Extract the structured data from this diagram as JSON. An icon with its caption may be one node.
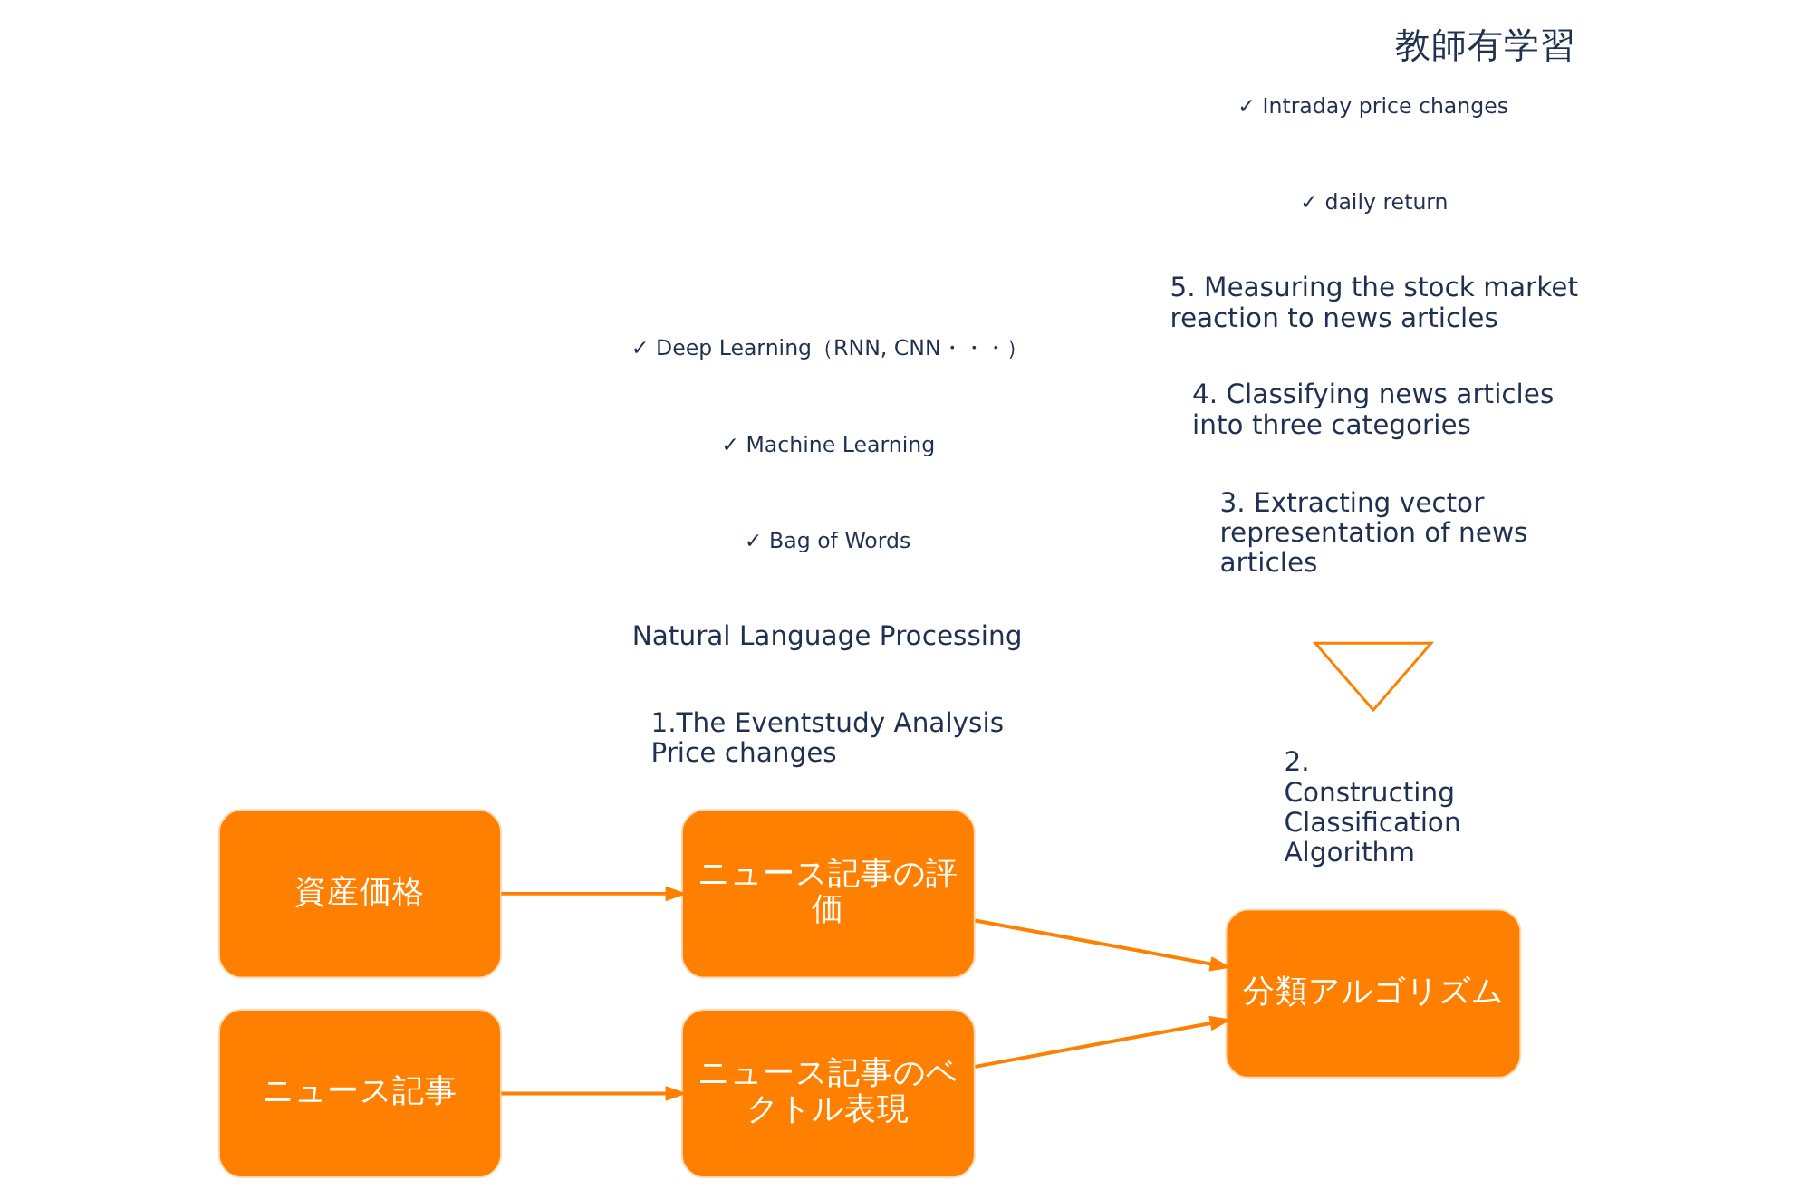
{
  "diagram": {
    "title": "教師有学習",
    "nodes": [
      {
        "text": [
          "資産価格"
        ]
      },
      {
        "text": [
          "ニュース記事の評価"
        ]
      },
      {
        "text": [
          "ニュース記事"
        ]
      },
      {
        "text": [
          "ニュース記事のベクトル表現"
        ]
      },
      {
        "text": [
          "分類アルゴリズム"
        ],
        "beside": [
          "2. Constructing Classification Algorithm"
        ]
      },
      {
        "text": [],
        "shape": "triangle"
      }
    ],
    "edges": [
      {
        "from": 0,
        "to": 1,
        "arrow": "to"
      },
      {
        "from": 2,
        "to": 3,
        "arrow": "to"
      },
      {
        "from": 1,
        "to": 4,
        "arrow": "to"
      },
      {
        "from": 3,
        "to": 4,
        "arrow": "to"
      }
    ],
    "labels": [
      "1.The Eventstudy Analysis Price changes",
      "Natural Language Processing",
      "✓ Bag of Words",
      "✓ Machine Learning",
      "✓ Deep Learning（RNN, CNN・・・）",
      "3. Extracting vector representation of news articles",
      "4. Classifying news articles into three categories",
      "5. Measuring the stock market reaction to news articles",
      "✓ daily return",
      "✓ Intraday price changes"
    ]
  }
}
